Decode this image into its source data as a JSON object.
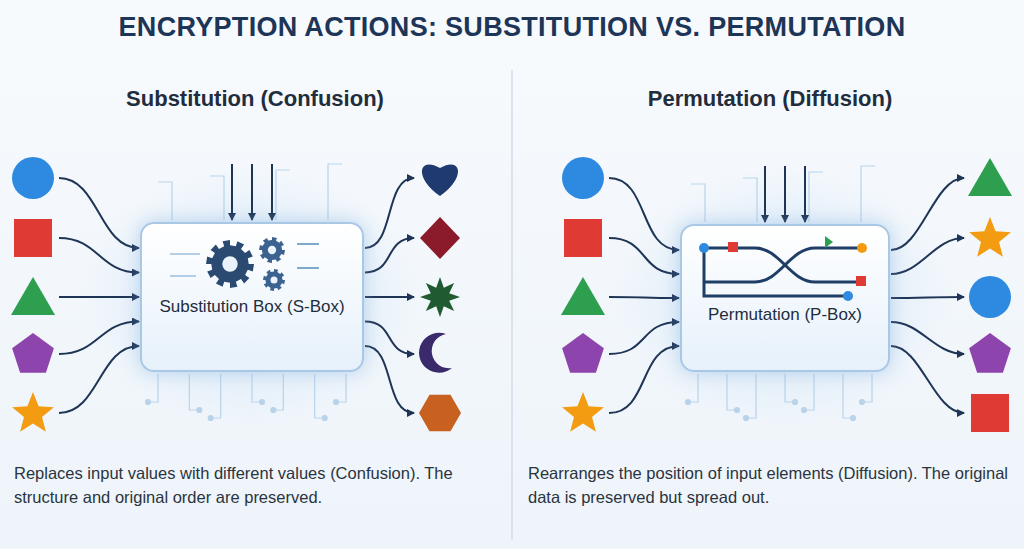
{
  "diagram": {
    "title": "ENCRYPTION ACTIONS: SUBSTITUTION VS. PERMUTATION",
    "nodes": [
      {
        "text": [
          "Substitution Box (S-Box)"
        ]
      },
      {
        "text": [
          "Permutation (P-Box)"
        ]
      }
    ],
    "labels": [
      "Substitution (Confusion)",
      "Permutation (Diffusion)",
      "Replaces input values with different values (Confusion). The structure and original order are preserved.",
      "Rearranges the position of input elements (Diffusion). The original data is preserved but spread out."
    ]
  }
}
